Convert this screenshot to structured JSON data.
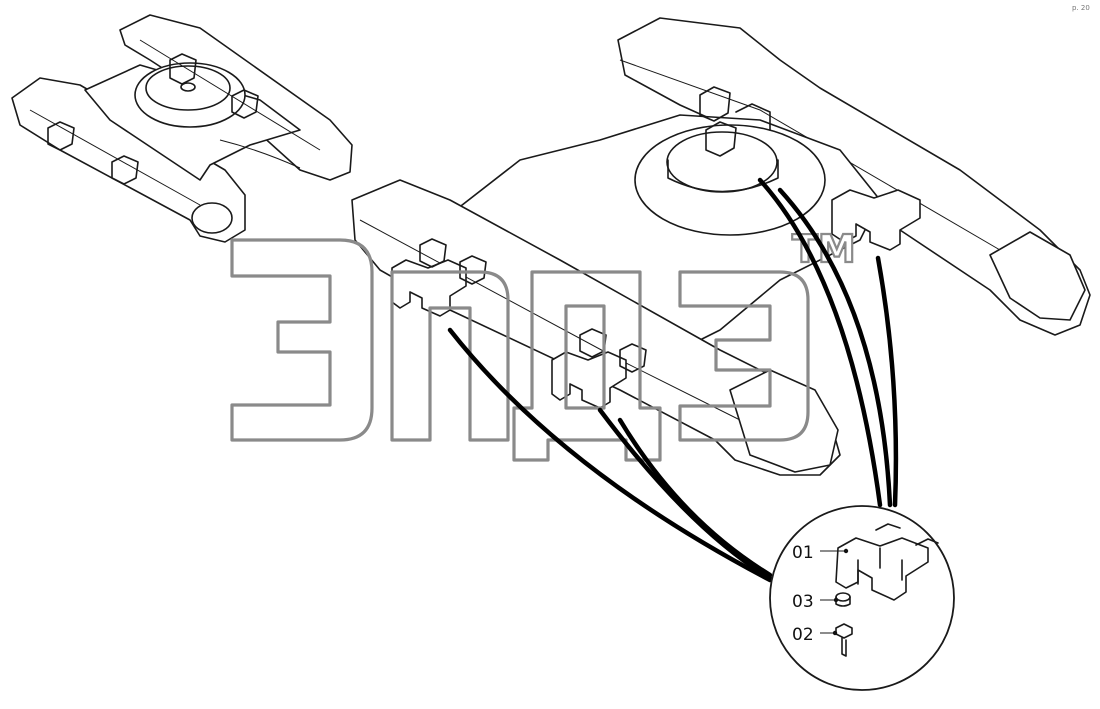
{
  "callouts": [
    {
      "label": "01",
      "part": "bracket"
    },
    {
      "label": "03",
      "part": "washer"
    },
    {
      "label": "02",
      "part": "bolt"
    }
  ],
  "watermark": {
    "text": "эпдэ",
    "trademark": "TM"
  },
  "corner_mark": "p. 20"
}
